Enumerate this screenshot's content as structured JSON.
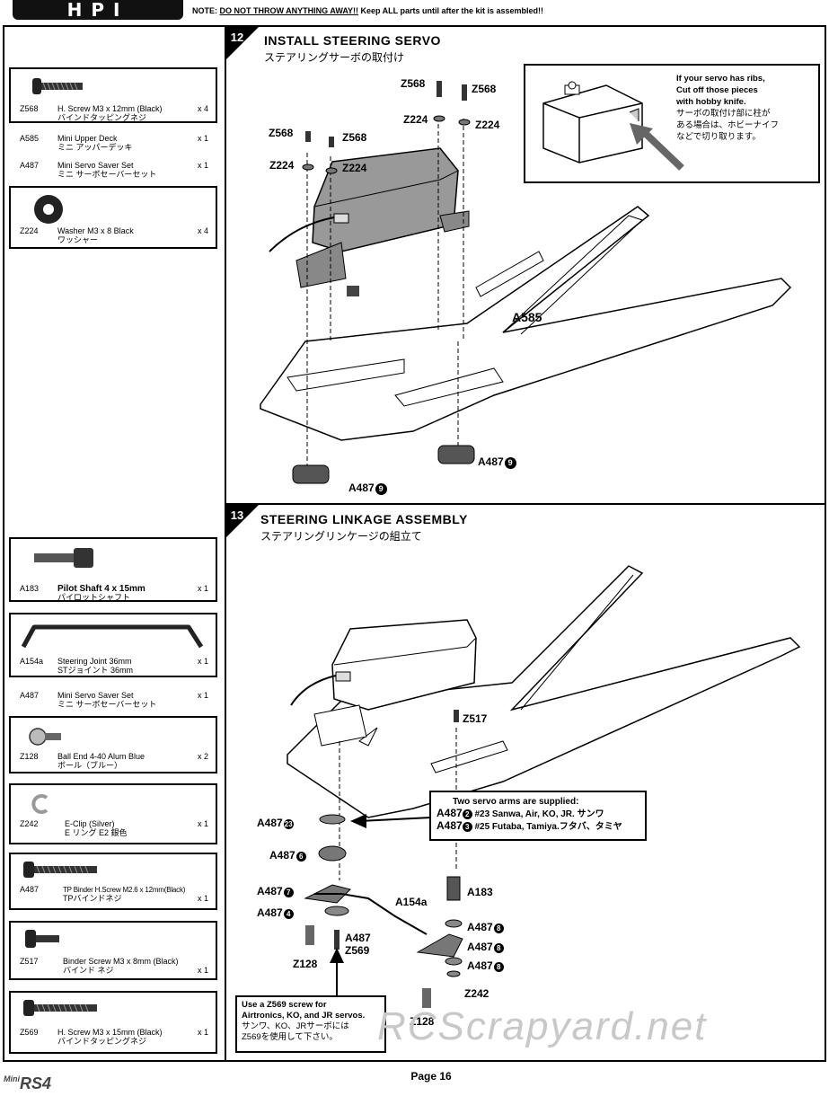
{
  "header": {
    "logo": "HPI",
    "note_prefix": "NOTE: ",
    "note_underlined": "DO NOT THROW ANYTHING AWAY!!",
    "note_suffix": " Keep ALL parts until after the kit is assembled!!"
  },
  "left_parts_top": [
    {
      "code": "Z568",
      "desc": "H. Screw M3 x 12mm (Black)",
      "jp": "バインドタッピングネジ",
      "qty": "x 4"
    },
    {
      "code": "A585",
      "desc": "Mini Upper Deck",
      "jp": "ミニ アッパーデッキ",
      "qty": "x 1"
    },
    {
      "code": "A487",
      "desc": "Mini Servo Saver Set",
      "jp": "ミニ サーボセーバーセット",
      "qty": "x 1"
    },
    {
      "code": "Z224",
      "desc": "Washer M3 x 8 Black",
      "jp": "ワッシャー",
      "qty": "x 4"
    }
  ],
  "left_parts_bottom": [
    {
      "code": "A183",
      "desc": "Pilot Shaft 4 x 15mm",
      "jp": "パイロットシャフト",
      "qty": "x 1"
    },
    {
      "code": "A154a",
      "desc": "Steering Joint 36mm",
      "jp": "STジョイント 36mm",
      "qty": "x 1"
    },
    {
      "code": "A487",
      "desc": "Mini Servo Saver Set",
      "jp": "ミニ サーボセーバーセット",
      "qty": "x 1"
    },
    {
      "code": "Z128",
      "desc": "Ball End 4-40 Alum Blue",
      "jp": "ボール（ブルー）",
      "qty": "x 2"
    },
    {
      "code": "Z242",
      "desc": "E-Clip (Silver)",
      "jp": "E リング E2 銀色",
      "qty": "x 1"
    },
    {
      "code": "A487",
      "desc": "TP Binder H.Screw M2.6 x 12mm(Black)",
      "jp": "TPバインドネジ",
      "qty": "x 1"
    },
    {
      "code": "Z517",
      "desc": "Binder Screw M3 x 8mm (Black)",
      "jp": "バインド ネジ",
      "qty": "x 1"
    },
    {
      "code": "Z569",
      "desc": "H. Screw M3 x 15mm (Black)",
      "jp": "バインドタッピングネジ",
      "qty": "x 1"
    }
  ],
  "step12": {
    "number": "12",
    "title": "INSTALL STEERING SERVO",
    "title_jp": "ステアリングサーボの取付け",
    "callout": [
      "If your servo has ribs,",
      "Cut off those pieces",
      "with hobby knife.",
      "サーボの取付け部に柱が",
      "ある場合は、ホビーナイフ",
      "などで切り取ります。"
    ],
    "labels": {
      "z568": "Z568",
      "z224": "Z224",
      "a585": "A585",
      "a487": "A487",
      "a487_num": "9"
    }
  },
  "step13": {
    "number": "13",
    "title": "STEERING LINKAGE ASSEMBLY",
    "title_jp": "ステアリングリンケージの組立て",
    "servo_arms_title": "Two servo arms are supplied:",
    "servo_arm1_code": "A487",
    "servo_arm1_num": "2",
    "servo_arm1_text": "#23  Sanwa, Air, KO, JR. サンワ",
    "servo_arm2_code": "A487",
    "servo_arm2_num": "3",
    "servo_arm2_text": "#25 Futaba, Tamiya.フタバ、タミヤ",
    "screw_note": [
      "Use a Z569 screw for",
      "Airtronics, KO, and JR servos.",
      "サンワ、KO、JRサーボには",
      "Z569を使用して下さい。"
    ],
    "labels": {
      "z517": "Z517",
      "a487": "A487",
      "n23": "23",
      "n6": "6",
      "n7": "7",
      "n4": "4",
      "n8": "8",
      "a154a": "A154a",
      "a183": "A183",
      "z128": "Z128",
      "z569": "Z569",
      "z242": "Z242"
    }
  },
  "footer": {
    "page": "Page 16",
    "logo_small": "Mini",
    "logo": "RS4",
    "watermark": "RCScrapyard.net"
  }
}
